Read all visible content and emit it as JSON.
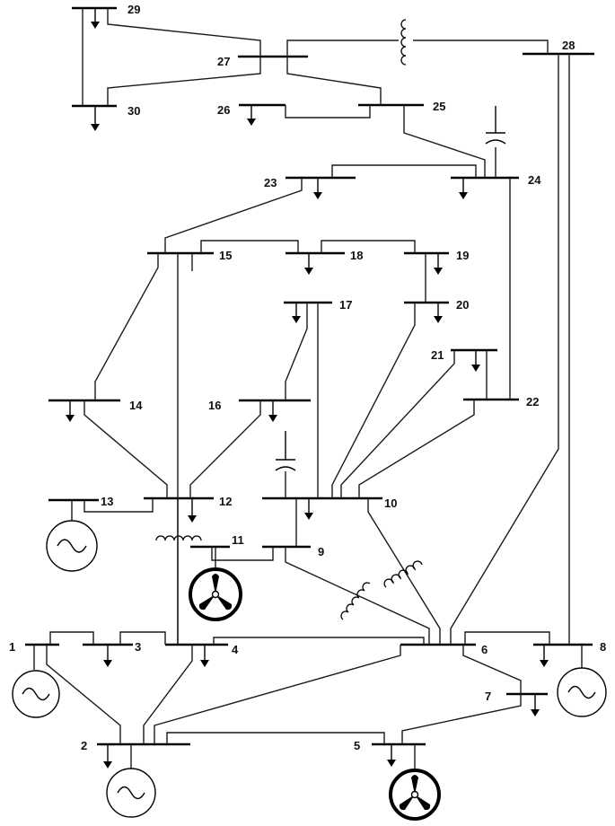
{
  "bus_labels": {
    "b1": "1",
    "b2": "2",
    "b3": "3",
    "b4": "4",
    "b5": "5",
    "b6": "6",
    "b7": "7",
    "b8": "8",
    "b9": "9",
    "b10": "10",
    "b11": "11",
    "b12": "12",
    "b13": "13",
    "b14": "14",
    "b15": "15",
    "b16": "16",
    "b17": "17",
    "b18": "18",
    "b19": "19",
    "b20": "20",
    "b21": "21",
    "b22": "22",
    "b23": "23",
    "b24": "24",
    "b25": "25",
    "b26": "26",
    "b27": "27",
    "b28": "28",
    "b29": "29",
    "b30": "30"
  },
  "icons": {
    "synchronous_generator": "generator-icon",
    "wind_turbine": "wind-turbine-icon",
    "load": "load-arrow-icon",
    "transformer": "transformer-coil-icon",
    "capacitor": "capacitor-icon"
  },
  "colors": {
    "ink": "#000000",
    "background": "#ffffff"
  }
}
